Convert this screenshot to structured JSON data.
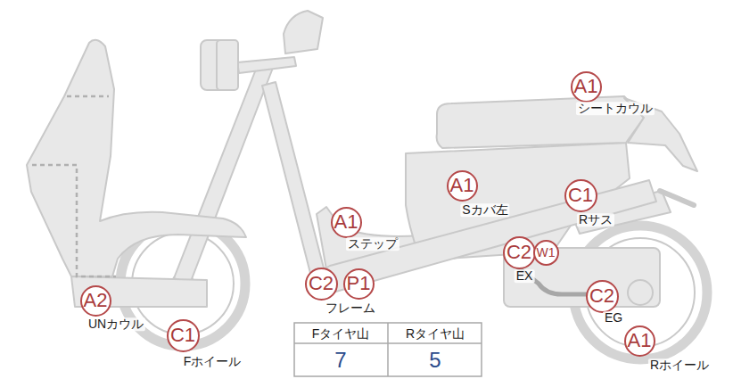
{
  "diagram": {
    "nodes": [
      {
        "text": [
          "A1",
          "シートカウル"
        ]
      },
      {
        "text": [
          "A1",
          "Sカバ左"
        ]
      },
      {
        "text": [
          "C1",
          "Rサス"
        ]
      },
      {
        "text": [
          "A1",
          "ステップ"
        ]
      },
      {
        "text": [
          "C2",
          "EX"
        ]
      },
      {
        "text": [
          "W1"
        ]
      },
      {
        "text": [
          "A2",
          "UNカウル"
        ]
      },
      {
        "text": [
          "C2",
          "フレーム"
        ]
      },
      {
        "text": [
          "P1"
        ]
      },
      {
        "text": [
          "C2",
          "EG"
        ]
      },
      {
        "text": [
          "C1",
          "Fホイール"
        ]
      },
      {
        "text": [
          "A1",
          "Rホイール"
        ]
      }
    ],
    "labels": [
      "Fタイヤ山",
      "Rタイヤ山",
      "7",
      "5"
    ]
  }
}
